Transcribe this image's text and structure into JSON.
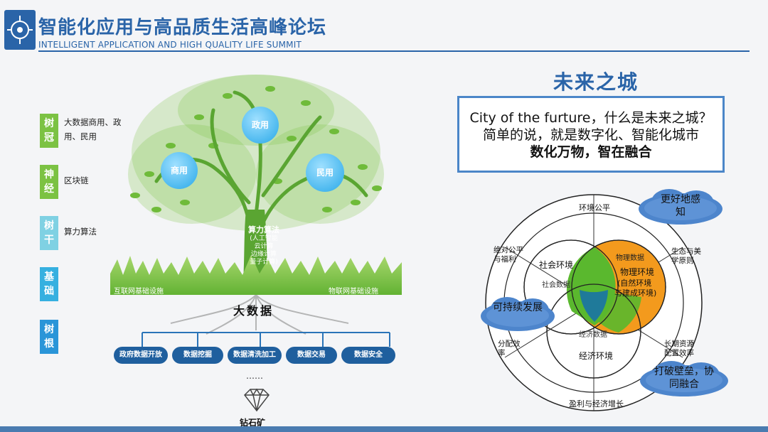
{
  "header": {
    "title_cn": "智能化应用与高品质生活高峰论坛",
    "title_en": "INTELLIGENT APPLICATION AND HIGH QUALITY LIFE SUMMIT"
  },
  "legend": [
    {
      "badge": "树冠",
      "text": "大数据商用、政用、民用",
      "color": "#7cc243"
    },
    {
      "badge": "神经",
      "text": "区块链",
      "color": "#7cc243"
    },
    {
      "badge": "树干",
      "text": "算力算法",
      "color": "#7fd1e3"
    },
    {
      "badge": "基础",
      "text": "",
      "color": "#36b0e0"
    },
    {
      "badge": "树根",
      "text": "",
      "color": "#2a95d8"
    }
  ],
  "tree": {
    "bubbles": [
      "商用",
      "政用",
      "民用"
    ],
    "trunk_title": "算力算法",
    "trunk_sub": [
      "(人工智能",
      "云计算",
      "边缘计算",
      "量子计算)"
    ],
    "grass_left": "互联网基础设施",
    "grass_right": "物联网基础设施",
    "big_data": "大数据",
    "roots": [
      "政府数据开放",
      "数据挖掘",
      "数据清洗加工",
      "数据交易",
      "数据安全"
    ],
    "ellipsis": "……",
    "diamond_label": "钻石矿"
  },
  "right": {
    "title": "未来之城",
    "box": {
      "line1": "City of the furture，什么是未来之城？",
      "line2": "简单的说，就是数字化、智能化城市",
      "line3": "数化万物，智在融合"
    }
  },
  "diagram": {
    "top": "环境公平",
    "bottom": "盈利与经济增长",
    "left_top": "绝对公平与福利",
    "left_bottom": "分配效率",
    "right_top": "生态与美学原则",
    "right_bottom": "长期资源配置效率",
    "social": "社会环境",
    "social_data": "社会数据",
    "physical_data": "物理数据",
    "physical": "物理环境",
    "physical_sub1": "(自然环境",
    "physical_sub2": "与建成环境)",
    "economic_data": "经济数据",
    "economic": "经济环境",
    "clouds": [
      "更好地感知",
      "可持续发展",
      "打破壁垒，协同融合"
    ],
    "colors": {
      "green": "#5ab82e",
      "orange": "#f39a1d",
      "teal": "#1f7a9a"
    }
  }
}
